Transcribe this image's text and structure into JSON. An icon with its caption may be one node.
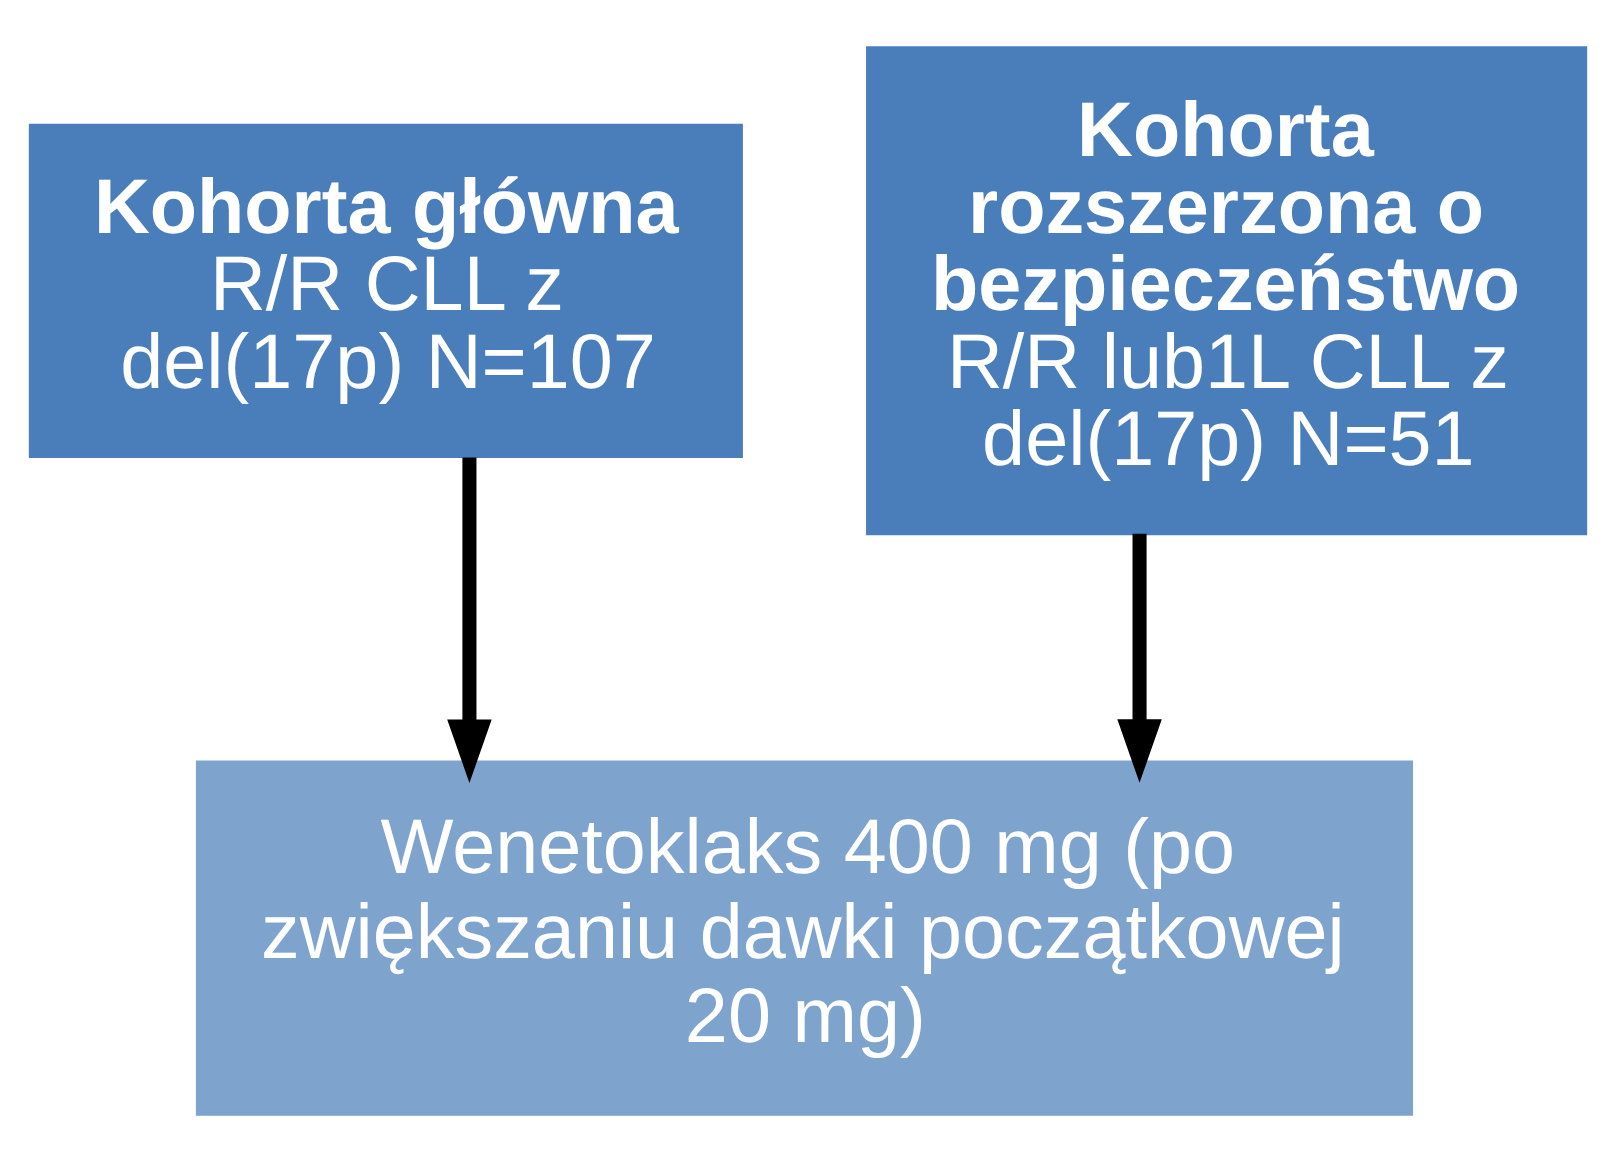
{
  "diagram": {
    "nodes": [
      {
        "text": [
          "Kohorta główna",
          "R/R CLL z del(17p) N=107"
        ]
      },
      {
        "text": [
          "Kohorta rozszerzona o bezpieczeństwo",
          "R/R lub1L CLL z del(17p) N=51"
        ]
      },
      {
        "text": [
          "Wenetoklaks 400 mg (po zwiększaniu dawki początkowej 20 mg)"
        ]
      }
    ],
    "edges": [
      {
        "from": 0,
        "to": 2,
        "arrow": "to"
      },
      {
        "from": 1,
        "to": 2,
        "arrow": "to"
      }
    ]
  }
}
